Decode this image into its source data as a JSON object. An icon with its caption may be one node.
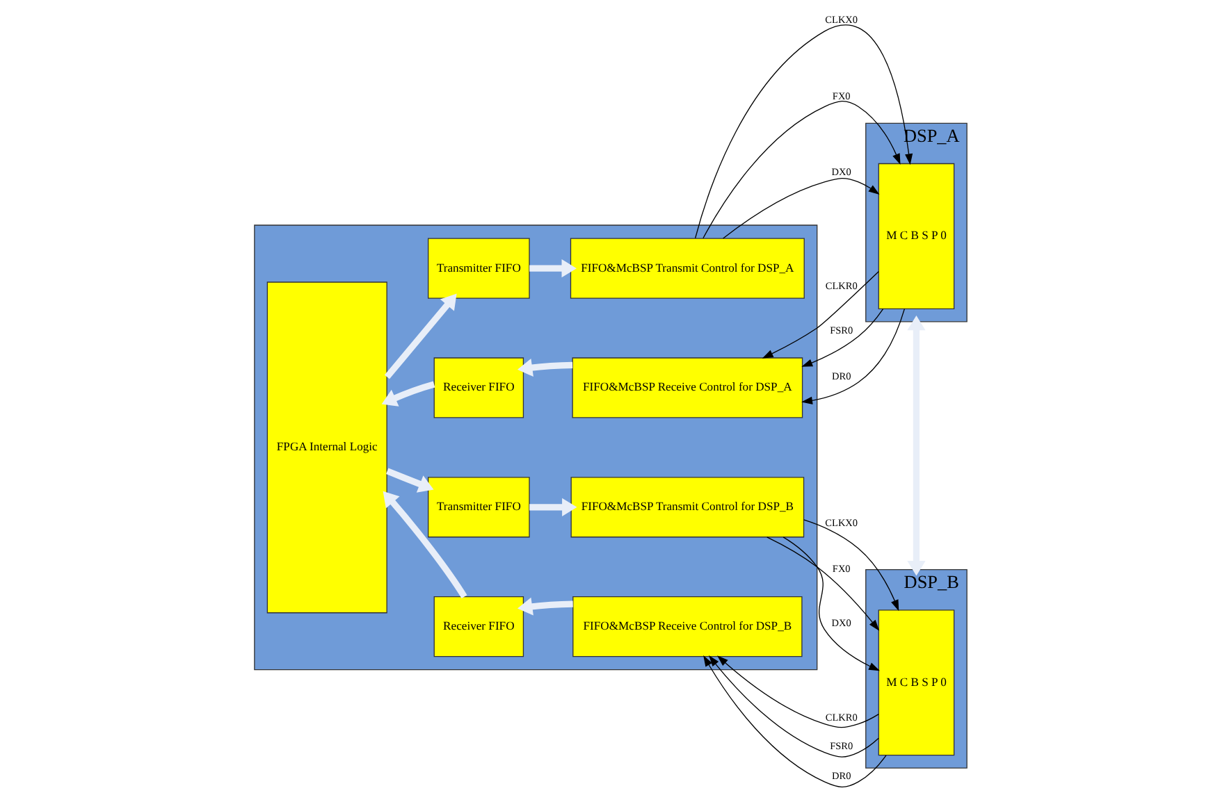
{
  "diagram": {
    "nodes": [
      {
        "text": [],
        "shape": "box"
      },
      {
        "text": [
          "FPGA Internal Logic"
        ],
        "in": 0
      },
      {
        "text": [
          "Transmitter FIFO"
        ],
        "in": 0
      },
      {
        "text": [
          "FIFO&McBSP Transmit Control for DSP_A"
        ],
        "in": 0
      },
      {
        "text": [
          "Receiver FIFO"
        ],
        "in": 0
      },
      {
        "text": [
          "FIFO&McBSP Receive Control for DSP_A"
        ],
        "in": 0
      },
      {
        "text": [
          "Transmitter FIFO"
        ],
        "in": 0
      },
      {
        "text": [
          "FIFO&McBSP Transmit Control for DSP_B"
        ],
        "in": 0
      },
      {
        "text": [
          "Receiver FIFO"
        ],
        "in": 0
      },
      {
        "text": [
          "FIFO&McBSP Receive Control for DSP_B"
        ],
        "in": 0
      },
      {
        "text": [
          "DSP_A"
        ]
      },
      {
        "text": [
          "M C B S P 0"
        ],
        "in": 10
      },
      {
        "text": [
          "DSP_B"
        ]
      },
      {
        "text": [
          "M C B S P 0"
        ],
        "in": 12
      }
    ],
    "edges": [
      {
        "from": 1,
        "to": 2,
        "arrow": "to",
        "style": "thick",
        "color": "#e8eef8"
      },
      {
        "from": 2,
        "to": 3,
        "arrow": "to",
        "style": "thick",
        "color": "#e8eef8"
      },
      {
        "from": 3,
        "to": 11,
        "arrow": "to",
        "label": "CLKX0"
      },
      {
        "from": 3,
        "to": 11,
        "arrow": "to",
        "label": "FX0"
      },
      {
        "from": 3,
        "to": 11,
        "arrow": "to",
        "label": "DX0"
      },
      {
        "from": 11,
        "to": 5,
        "arrow": "to",
        "label": "CLKR0"
      },
      {
        "from": 11,
        "to": 5,
        "arrow": "to",
        "label": "FSR0"
      },
      {
        "from": 11,
        "to": 5,
        "arrow": "to",
        "label": "DR0"
      },
      {
        "from": 5,
        "to": 4,
        "arrow": "to",
        "style": "thick",
        "color": "#e8eef8"
      },
      {
        "from": 4,
        "to": 1,
        "arrow": "to",
        "style": "thick",
        "color": "#e8eef8"
      },
      {
        "from": 10,
        "to": 12,
        "arrow": "both",
        "style": "thick",
        "color": "#e8eef8"
      },
      {
        "from": 1,
        "to": 6,
        "arrow": "to",
        "style": "thick",
        "color": "#e8eef8"
      },
      {
        "from": 6,
        "to": 7,
        "arrow": "to",
        "style": "thick",
        "color": "#e8eef8"
      },
      {
        "from": 7,
        "to": 13,
        "arrow": "to",
        "label": "CLKX0"
      },
      {
        "from": 7,
        "to": 13,
        "arrow": "to",
        "label": "FX0"
      },
      {
        "from": 7,
        "to": 13,
        "arrow": "to",
        "label": "DX0"
      },
      {
        "from": 13,
        "to": 9,
        "arrow": "to",
        "label": "CLKR0"
      },
      {
        "from": 13,
        "to": 9,
        "arrow": "to",
        "label": "FSR0"
      },
      {
        "from": 13,
        "to": 9,
        "arrow": "to",
        "label": "DR0"
      },
      {
        "from": 9,
        "to": 8,
        "arrow": "to",
        "style": "thick",
        "color": "#e8eef8"
      },
      {
        "from": 8,
        "to": 1,
        "arrow": "to",
        "style": "thick",
        "color": "#e8eef8"
      }
    ]
  }
}
